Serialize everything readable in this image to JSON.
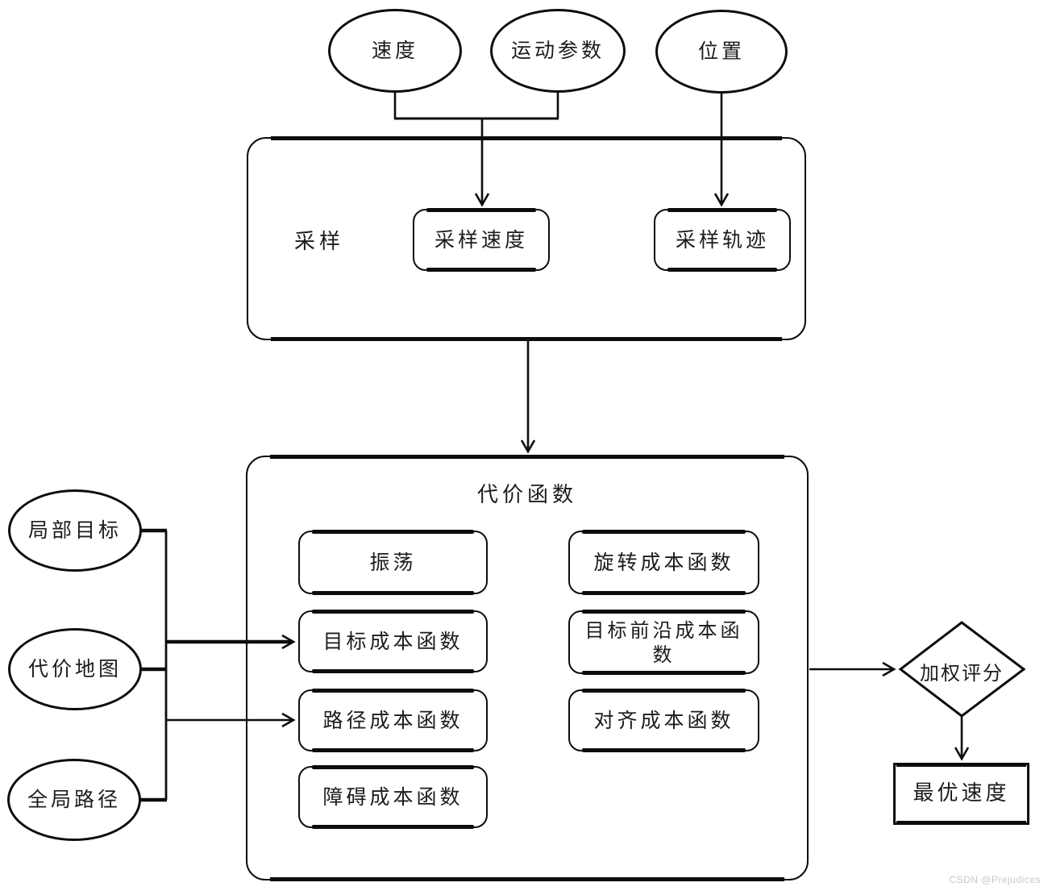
{
  "nodes": {
    "top_inputs": [
      {
        "label": "速度"
      },
      {
        "label": "运动参数"
      },
      {
        "label": "位置"
      }
    ],
    "sampling": {
      "label": "采样",
      "sample_velocity": "采样速度",
      "sample_trajectory": "采样轨迹"
    },
    "cost_function": {
      "title": "代价函数",
      "left_column": [
        "振荡",
        "目标成本函数",
        "路径成本函数",
        "障碍成本函数"
      ],
      "right_column": [
        "旋转成本函数",
        "目标前沿成本函数",
        "对齐成本函数"
      ]
    },
    "left_inputs": [
      {
        "label": "局部目标"
      },
      {
        "label": "代价地图"
      },
      {
        "label": "全局路径"
      }
    ],
    "decision": {
      "label": "加权评分"
    },
    "output": {
      "label": "最优速度"
    }
  },
  "watermark": "CSDN @Prejudices",
  "colors": {
    "line": "#0d0d0d",
    "background": "#ffffff",
    "watermark_text": "#c8c8cd"
  }
}
